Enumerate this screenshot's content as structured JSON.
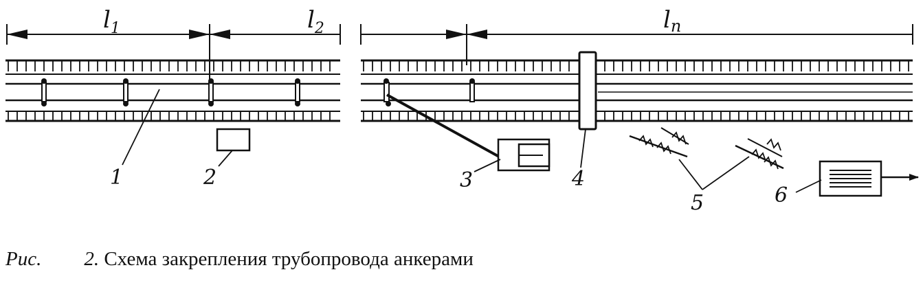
{
  "figure": {
    "dimensions": {
      "l1": "l",
      "l1_sub": "1",
      "l2": "l",
      "l2_sub": "2",
      "ln": "l",
      "ln_sub": "п"
    },
    "callouts": [
      "1",
      "2",
      "3",
      "4",
      "5",
      "6"
    ],
    "stroke_color": "#111111",
    "background_color": "#ffffff"
  },
  "caption": {
    "prefix": "Рис.",
    "number": "2.",
    "title": "Схема закрепления трубопровода анкерами"
  }
}
